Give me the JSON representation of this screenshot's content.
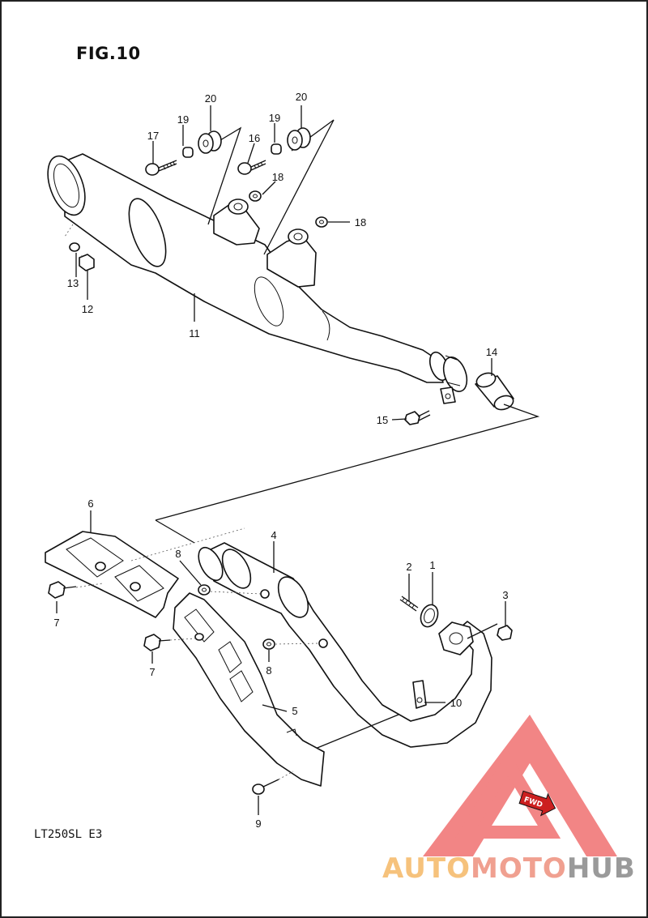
{
  "figure": {
    "title": "FIG.10",
    "model": "LT250SL  E3"
  },
  "callouts": [
    "20",
    "20",
    "19",
    "19",
    "17",
    "16",
    "18",
    "18",
    "13",
    "12",
    "11",
    "14",
    "15",
    "6",
    "4",
    "8",
    "2",
    "1",
    "3",
    "7",
    "7",
    "8",
    "10",
    "5",
    "9"
  ],
  "direction_tag": "FWD",
  "watermark": {
    "part1": "AUTO",
    "part2": "MOTO",
    "part3": "HUB",
    "colors": {
      "auto": "#f6c27c",
      "moto": "#f0a090",
      "hub": "#9a9a9a",
      "triangle": "#f07070"
    }
  }
}
